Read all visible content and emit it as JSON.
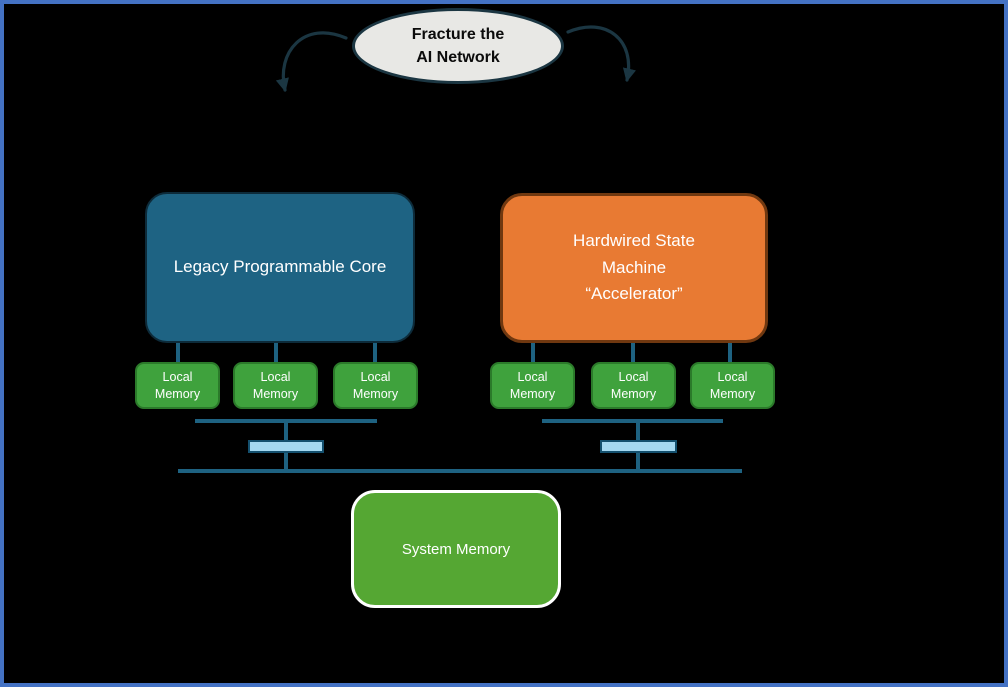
{
  "palette": {
    "background": "#000000",
    "frame_border": "#4472C4",
    "bubble_fill": "#E8E8E5",
    "bubble_stroke": "#1B3642",
    "arrow_color": "#1B3642",
    "legacy_fill": "#1E6383",
    "legacy_stroke": "#0D2B3A",
    "accelerator_fill": "#E87A33",
    "accelerator_stroke": "#703810",
    "local_memory_fill": "#3FA23D",
    "local_memory_stroke": "#2B7A2A",
    "system_memory_fill": "#55A733",
    "system_memory_stroke": "#FFFFFF",
    "bus_line": "#1E6281",
    "bridge_fill": "#A5D8F0",
    "bridge_stroke": "#14506E"
  },
  "bubble": {
    "lines": [
      "Fracture the",
      "AI Network"
    ]
  },
  "nodes": {
    "legacy_core": {
      "label": "Legacy Programmable Core"
    },
    "accelerator": {
      "lines": [
        "Hardwired State",
        "Machine",
        "“Accelerator”"
      ]
    },
    "local_memory": {
      "label": "Local Memory"
    },
    "system_memory": {
      "label": "System Memory"
    }
  }
}
